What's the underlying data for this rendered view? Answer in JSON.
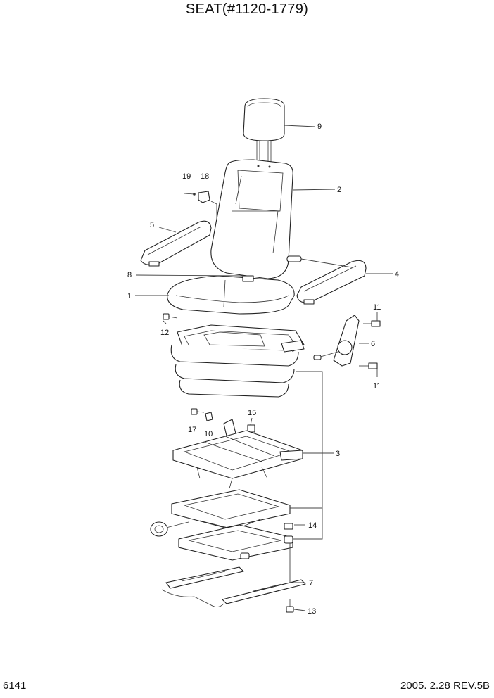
{
  "title": "SEAT(#1120-1779)",
  "page_number": "6141",
  "footer": "2005. 2.28  REV.5B",
  "callouts": {
    "c1": "1",
    "c2": "2",
    "c3": "3",
    "c4": "4",
    "c5": "5",
    "c6": "6",
    "c7": "7",
    "c8": "8",
    "c9": "9",
    "c10": "10",
    "c11a": "11",
    "c11b": "11",
    "c12": "12",
    "c13": "13",
    "c14": "14",
    "c15": "15",
    "c17": "17",
    "c18": "18",
    "c19": "19"
  }
}
